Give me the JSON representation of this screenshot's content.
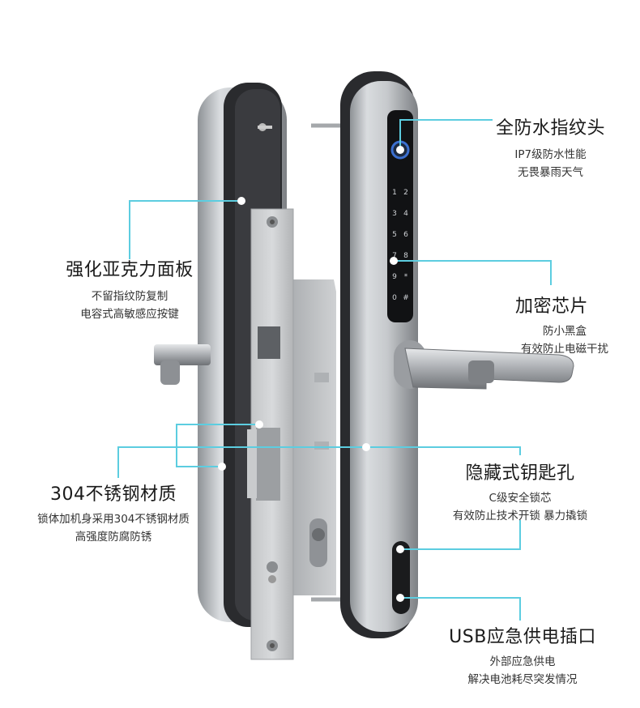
{
  "callouts": {
    "fingerprint": {
      "title": "全防水指纹头",
      "lines": [
        "IP7级防水性能",
        "无畏暴雨天气"
      ]
    },
    "panel": {
      "title": "强化亚克力面板",
      "lines": [
        "不留指纹防复制",
        "电容式高敏感应按键"
      ]
    },
    "chip": {
      "title": "加密芯片",
      "lines": [
        "防小黑盒",
        "有效防止电磁干扰"
      ]
    },
    "steel": {
      "title": "304不锈钢材质",
      "lines": [
        "锁体加机身采用304不锈钢材质",
        "高强度防腐防锈"
      ]
    },
    "keyhole": {
      "title": "隐藏式钥匙孔",
      "lines": [
        "C级安全锁芯",
        "有效防止技术开锁 暴力撬锁"
      ]
    },
    "usb": {
      "title": "USB应急供电插口",
      "lines": [
        "外部应急供电",
        "解决电池耗尽突发情况"
      ]
    }
  },
  "keypad": [
    "1",
    "2",
    "3",
    "4",
    "5",
    "6",
    "7",
    "8",
    "9",
    "*",
    "0",
    "#"
  ],
  "colors": {
    "leader": "#5ccde0",
    "body_dark": "#2a2b2e",
    "steel": "#b9bcc0",
    "panel": "#111214"
  }
}
